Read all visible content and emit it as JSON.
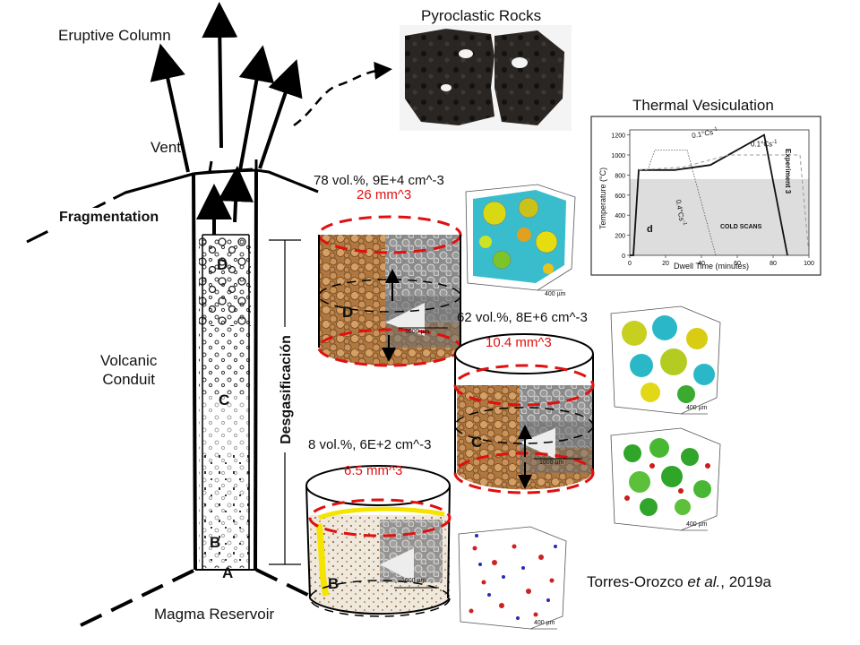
{
  "labels": {
    "eruptive_column": "Eruptive Column",
    "vent": "Vent",
    "fragmentation": "Fragmentation",
    "volcanic_conduit": "Volcanic\nConduit",
    "desgasificacion": "Desgasificación",
    "magma_reservoir": "Magma Reservoir",
    "pyroclastic_rocks": "Pyroclastic Rocks",
    "thermal_vesiculation": "Thermal Vesiculation",
    "citation_authors": "Torres-Orozco ",
    "citation_etal": "et al.",
    "citation_year": ", 2019a"
  },
  "conduit_zones": {
    "a": "A",
    "b": "B",
    "c": "C",
    "d": "D"
  },
  "samples": {
    "d": {
      "stats": "78 vol.%, 9E+4 cm^-3",
      "volume": "26 mm^3",
      "letter": "D",
      "scale": "1000 µm",
      "cube_scale": "400 µm"
    },
    "c": {
      "stats": "62 vol.%, 8E+6 cm^-3",
      "volume": "10.4 mm^3",
      "letter": "C",
      "scale": "1000 µm",
      "cube_scale": "400 µm",
      "cube2_scale": "400 µm"
    },
    "b": {
      "stats": "8 vol.%, 6E+2 cm^-3",
      "volume": "6.5 mm^3",
      "letter": "B",
      "scale": "1000 µm",
      "cube_scale": "400 µm"
    }
  },
  "thermal_chart": {
    "ylabel": "Temperature (°C)",
    "xlabel": "Dwell Time (minutes)",
    "yticks": [
      "0",
      "200",
      "400",
      "600",
      "800",
      "1000",
      "1200"
    ],
    "xticks": [
      "0",
      "20",
      "40",
      "60",
      "80",
      "100"
    ],
    "panel_letter": "d",
    "cold_scans": "COLD SCANS",
    "rate1": "0.1°Cs",
    "rate2": "0.1°Cs",
    "rate3": "0.4°Cs",
    "rate_exp": "-1",
    "experiment": "Experiment 3"
  },
  "colors": {
    "accent_red": "#e01010",
    "yellow": "#f5e400",
    "tan": "#b9834a",
    "cyan": "#1fb8c8",
    "green": "#2fa52a"
  }
}
